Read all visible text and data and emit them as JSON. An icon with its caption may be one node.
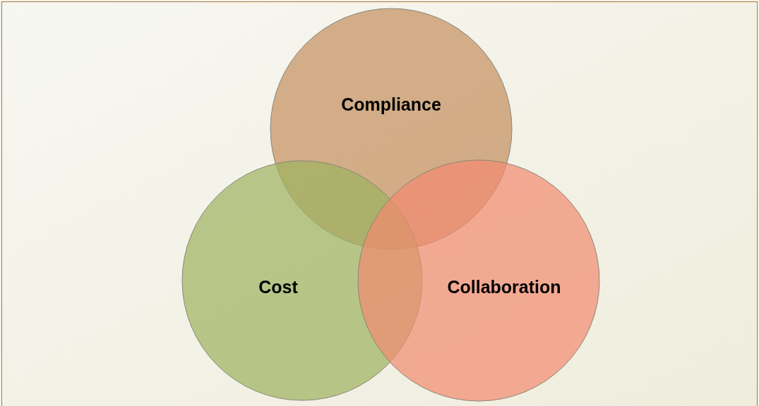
{
  "diagram": {
    "nodes": [
      {
        "text": [
          "Compliance"
        ]
      },
      {
        "text": [
          "Cost"
        ]
      },
      {
        "text": [
          "Collaboration"
        ]
      }
    ]
  }
}
